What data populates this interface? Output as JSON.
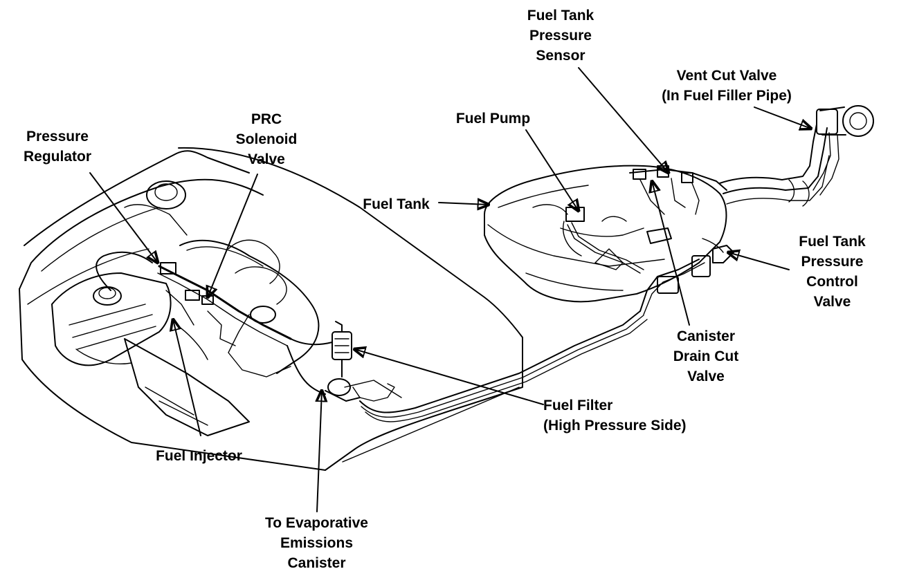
{
  "labels": {
    "fuel_tank_pressure_sensor": [
      "Fuel Tank",
      "Pressure",
      "Sensor"
    ],
    "vent_cut_valve": [
      "Vent Cut Valve",
      "(In Fuel Filler Pipe)"
    ],
    "prc_solenoid_valve": [
      "PRC",
      "Solenoid",
      "Valve"
    ],
    "pressure_regulator": [
      "Pressure",
      "Regulator"
    ],
    "fuel_pump": [
      "Fuel Pump"
    ],
    "fuel_tank": [
      "Fuel Tank"
    ],
    "fuel_tank_pressure_control_valve": [
      "Fuel Tank",
      "Pressure",
      "Control",
      "Valve"
    ],
    "canister_drain_cut_valve": [
      "Canister",
      "Drain Cut",
      "Valve"
    ],
    "fuel_filter": [
      "Fuel Filter",
      "(High Pressure Side)"
    ],
    "fuel_injector": [
      "Fuel Injector"
    ],
    "to_evap_canister": [
      "To Evaporative",
      "Emissions",
      "Canister"
    ]
  }
}
